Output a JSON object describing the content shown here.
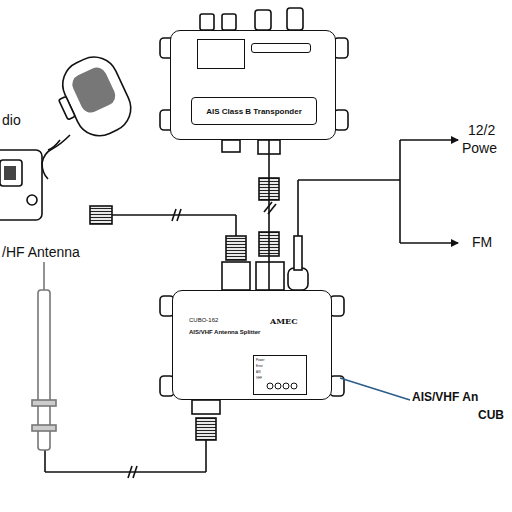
{
  "diagram": {
    "nodes": [
      {
        "text": [
          "AIS Class B Transponder"
        ]
      },
      {
        "text": [
          "CUBO-162",
          "AIS/VHF Antenna Splitter"
        ]
      }
    ],
    "edges": [
      {
        "from": 0,
        "to": 1,
        "arrow": "none"
      }
    ],
    "labels": [
      "dio",
      "/HF Antenna",
      "12/2",
      "Powe",
      "FM",
      "AIS/VHF An",
      "CUB",
      "AMEC",
      "Power",
      "Error",
      "AIS",
      "VHF"
    ]
  }
}
